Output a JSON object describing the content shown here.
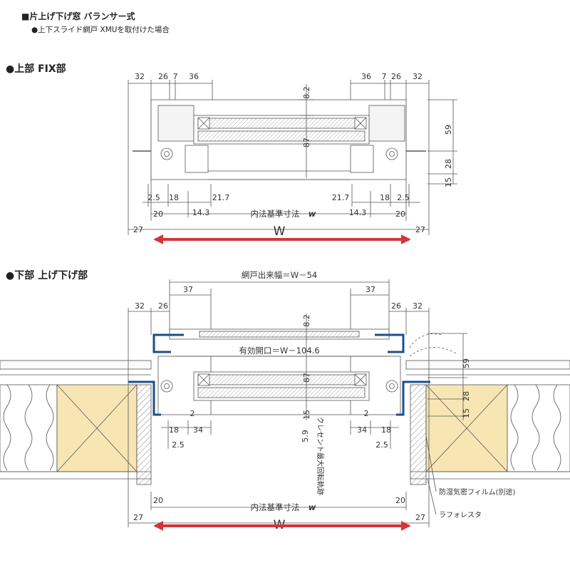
{
  "header": {
    "title": "■片上げ下げ窓 バランサー式",
    "subtitle": "●上下スライド網戸 XMUを取付けた場合"
  },
  "upper": {
    "heading": "●上部 FIX部",
    "top_dims_left": [
      "32",
      "26",
      "7",
      "36"
    ],
    "top_dims_right": [
      "36",
      "7",
      "26",
      "32"
    ],
    "center_vertical": [
      "8.2",
      "87"
    ],
    "right_vertical": [
      "59",
      "28",
      "15"
    ],
    "bottom_left": [
      "2.5",
      "18",
      "21.7",
      "14.3",
      "20",
      "27"
    ],
    "bottom_right": [
      "21.7",
      "18",
      "2.5",
      "14.3",
      "20",
      "27"
    ],
    "inner_label": "内法基準寸法",
    "inner_symbol": "w",
    "width_label": "W"
  },
  "lower": {
    "heading": "●下部 上げ下げ部",
    "screen_width_label": "網戸出来幅＝W－54",
    "top_dims_left": [
      "37",
      "32",
      "26"
    ],
    "top_dims_right": [
      "37",
      "26",
      "32"
    ],
    "center_vertical": [
      "8.2",
      "87",
      "15"
    ],
    "right_vertical": [
      "59",
      "28",
      "15"
    ],
    "effective_opening": "有効開口＝W－104.6",
    "bottom_left": [
      "2",
      "18",
      "34",
      "2.5",
      "20",
      "27"
    ],
    "bottom_right": [
      "2",
      "34",
      "18",
      "2.5",
      "20",
      "27"
    ],
    "crescent_dim": "5.9",
    "crescent_label": "クレセント最大回転軌跡",
    "inner_label": "内法基準寸法",
    "inner_symbol": "w",
    "width_label": "W",
    "film_label": "防湿気密フィルム(別途)",
    "lath_label": "ラフォレスタ"
  },
  "colors": {
    "arrow": "#d2353d",
    "frame_blue": "#1d4f8c",
    "wood": "#f7e6b4",
    "line": "#555555"
  }
}
